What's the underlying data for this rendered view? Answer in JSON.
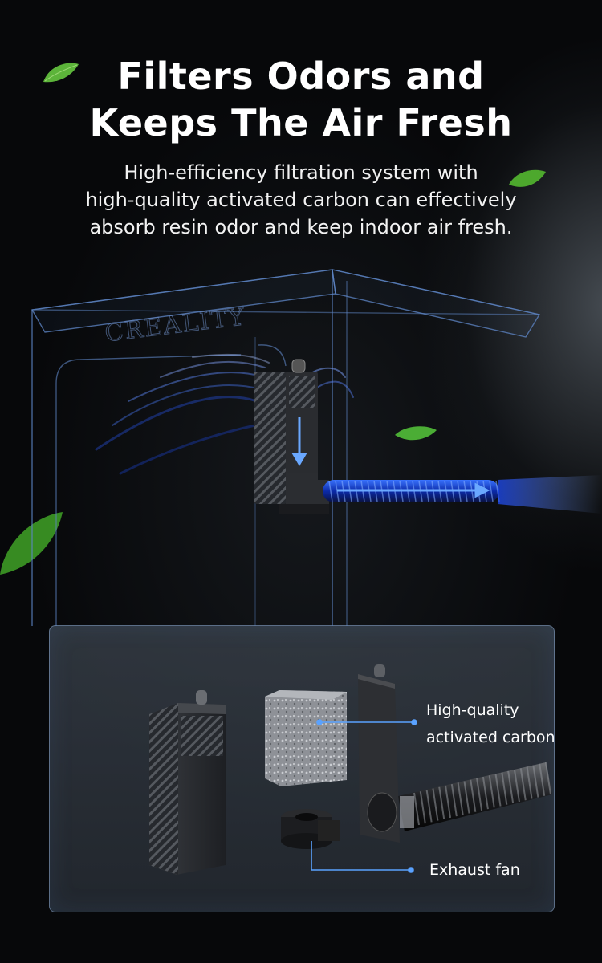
{
  "header": {
    "title_line1": "Filters Odors and",
    "title_line2": "Keeps The Air Fresh",
    "subtitle_line1": "High-efficiency filtration system with",
    "subtitle_line2": "high-quality activated carbon can effectively",
    "subtitle_line3": "absorb resin odor and keep indoor air fresh."
  },
  "enclosure": {
    "brand": "CREALITY"
  },
  "callouts": {
    "carbon_line1": "High-quality",
    "carbon_line2": "activated carbon",
    "fan": "Exhaust fan"
  },
  "colors": {
    "accent_blue": "#5aa2ff",
    "leaf_green": "#5cb43a"
  }
}
